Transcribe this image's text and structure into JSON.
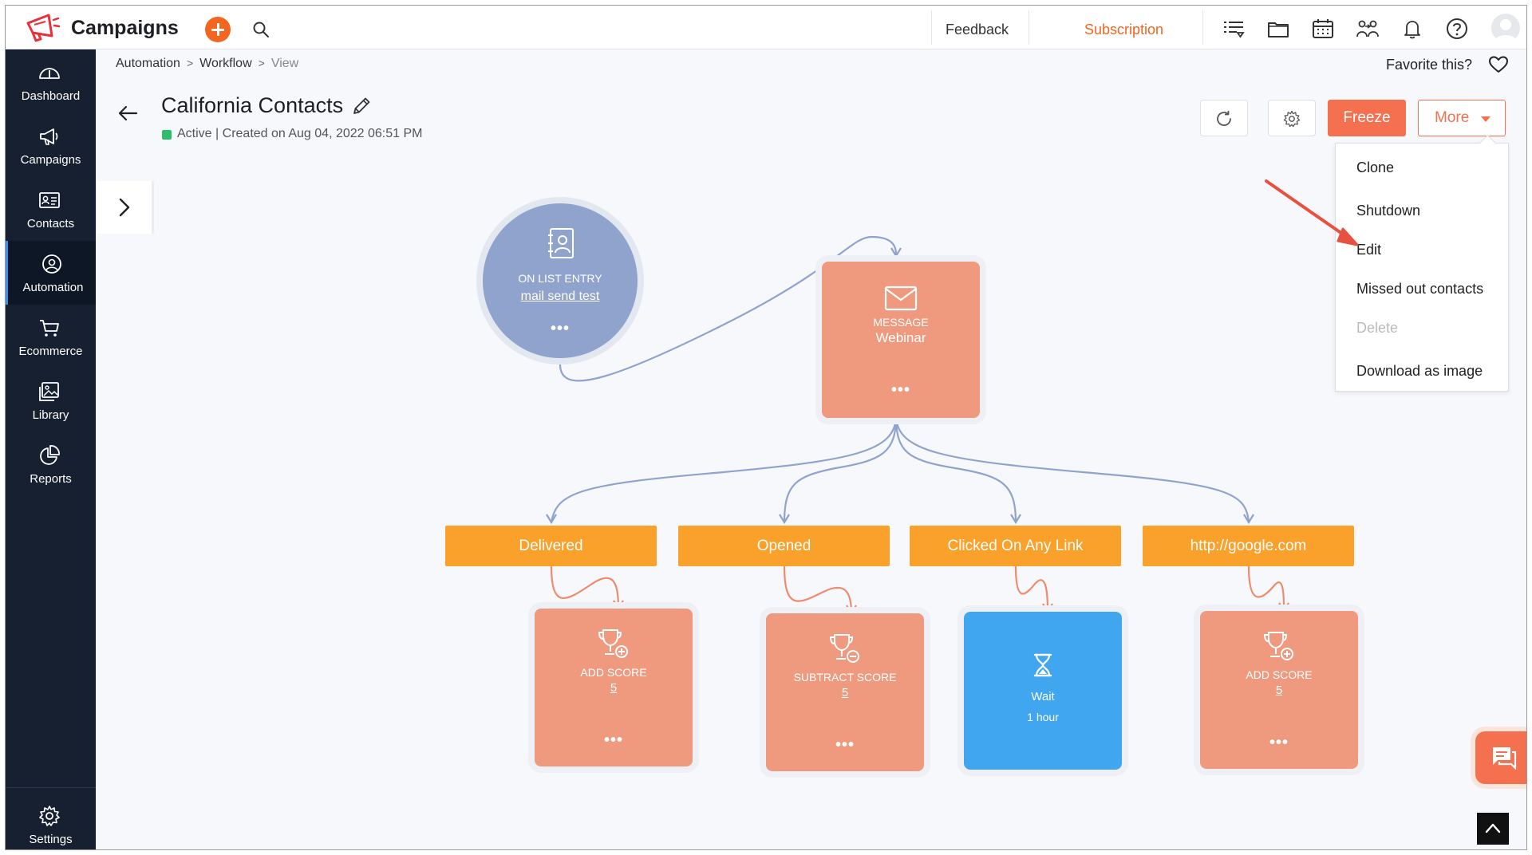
{
  "header": {
    "app_title": "Campaigns",
    "feedback": "Feedback",
    "subscription": "Subscription"
  },
  "sidebar": {
    "items": [
      {
        "label": "Dashboard",
        "icon": "dashboard-gauge-icon"
      },
      {
        "label": "Campaigns",
        "icon": "megaphone-icon"
      },
      {
        "label": "Contacts",
        "icon": "contact-card-icon"
      },
      {
        "label": "Automation",
        "icon": "automation-icon",
        "active": true
      },
      {
        "label": "Ecommerce",
        "icon": "cart-icon"
      },
      {
        "label": "Library",
        "icon": "image-library-icon"
      },
      {
        "label": "Reports",
        "icon": "pie-chart-icon"
      }
    ],
    "settings": "Settings"
  },
  "breadcrumb": [
    "Automation",
    "Workflow",
    "View"
  ],
  "favorite": "Favorite this?",
  "workflow": {
    "title": "California Contacts",
    "status": "Active",
    "created": "| Created on Aug 04, 2022 06:51 PM"
  },
  "toolbar": {
    "freeze": "Freeze",
    "more": "More"
  },
  "more_menu": {
    "items": [
      "Clone",
      "Shutdown",
      "Edit",
      "Missed out contacts",
      "Delete",
      "Download as image"
    ],
    "disabled": [
      "Delete"
    ]
  },
  "nodes": {
    "entry": {
      "type": "ON LIST ENTRY",
      "name": "mail send test"
    },
    "message": {
      "type": "MESSAGE",
      "name": "Webinar"
    },
    "conditions": [
      "Delivered",
      "Opened",
      "Clicked On Any Link",
      "http://google.com"
    ],
    "actions": [
      {
        "type": "ADD SCORE",
        "value": "5"
      },
      {
        "type": "SUBTRACT SCORE",
        "value": "5"
      },
      {
        "type": "Wait",
        "value": "1 hour"
      },
      {
        "type": "ADD SCORE",
        "value": "5"
      }
    ],
    "dots": "•••"
  },
  "colors": {
    "brand_orange": "#f4651f",
    "button_salmon": "#f4704f",
    "node_salmon": "#ef9a7f",
    "node_blue": "#3fa6ef",
    "entry_node": "#8fa3cd",
    "condition_orange": "#f9a12a",
    "status_active": "#2fbe6b",
    "sidebar_bg": "#162031",
    "annotation_arrow": "#e8513f"
  }
}
